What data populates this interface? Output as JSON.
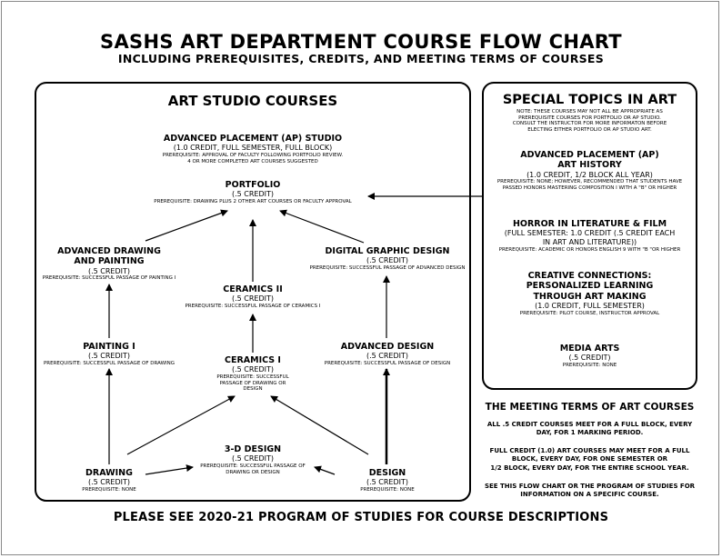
{
  "header": {
    "title": "SASHS ART DEPARTMENT COURSE FLOW CHART",
    "subtitle": "INCLUDING PREREQUISITES, CREDITS, AND MEETING TERMS OF COURSES"
  },
  "studio": {
    "heading": "ART STUDIO COURSES",
    "ap_studio": {
      "name": "ADVANCED PLACEMENT (AP) STUDIO",
      "credit": "(1.0 CREDIT, FULL SEMESTER, FULL BLOCK)",
      "prereq_1": "PREREQUISITE: APPROVAL OF FACULTY FOLLOWING PORTFOLIO REVIEW.",
      "prereq_2": "4 OR MORE COMPLETED ART COURSES SUGGESTED"
    },
    "portfolio": {
      "name": "PORTFOLIO",
      "credit": "(.5 CREDIT)",
      "prereq": "PREREQUISITE: DRAWING PLUS 2 OTHER ART COURSES OR FACULTY APPROVAL"
    },
    "adv_drawing": {
      "name_1": "ADVANCED DRAWING",
      "name_2": "AND PAINTING",
      "credit": "(.5 CREDIT)",
      "prereq": "PREREQUISITE: SUCCESSFUL PASSAGE OF PAINTING I"
    },
    "digital": {
      "name": "DIGITAL GRAPHIC DESIGN",
      "credit": "(.5 CREDIT)",
      "prereq": "PREREQUISITE: SUCCESSFUL PASSAGE OF ADVANCED DESIGN"
    },
    "ceramics2": {
      "name": "CERAMICS II",
      "credit": "(.5 CREDIT)",
      "prereq": "PREREQUISITE: SUCCESSFUL PASSAGE OF CERAMICS I"
    },
    "painting1": {
      "name": "PAINTING I",
      "credit": "(.5 CREDIT)",
      "prereq": "PREREQUISITE: SUCCESSFUL PASSAGE OF DRAWING"
    },
    "ceramics1": {
      "name": "CERAMICS I",
      "credit": "(.5 CREDIT)",
      "prereq_1": "PREREQUISITE: SUCCESSFUL",
      "prereq_2": "PASSAGE OF DRAWING OR",
      "prereq_3": "DESIGN"
    },
    "adv_design": {
      "name": "ADVANCED DESIGN",
      "credit": "(.5 CREDIT)",
      "prereq": "PREREQUISITE: SUCCESSFUL PASSAGE OF DESIGN"
    },
    "design3d": {
      "name": "3-D DESIGN",
      "credit": "(.5 CREDIT)",
      "prereq_1": "PREREQUISITE: SUCCESSFUL PASSAGE OF",
      "prereq_2": "DRAWING OR DESIGN"
    },
    "drawing": {
      "name": "DRAWING",
      "credit": "(.5 CREDIT)",
      "prereq": "PREREQUISITE: NONE"
    },
    "design": {
      "name": "DESIGN",
      "credit": "(.5 CREDIT)",
      "prereq": "PREREQUISITE: NONE"
    }
  },
  "special": {
    "heading": "SPECIAL TOPICS IN ART",
    "note_1": "NOTE: THESE COURSES MAY NOT ALL BE APPROPRIATE AS",
    "note_2": "PREREQUISITE COURSES FOR PORTFOLIO OR AP STUDIO.",
    "note_3": "CONSULT THE INSTRUCTOR FOR MORE INFORMATON BEFORE",
    "note_4": "ELECTING EITHER PORTFOLIO OR AP STUDIO ART.",
    "ap_history": {
      "name_1": "ADVANCED PLACEMENT (AP)",
      "name_2": "ART HISTORY",
      "credit": "(1.0 CREDIT, 1/2 BLOCK ALL YEAR)",
      "prereq_1": "PREREQUISITE: NONE; HOWEVER, RECOMMENDED THAT STUDENTS HAVE",
      "prereq_2": "PASSED HONORS MASTERING COMPOSITION I WITH A \"B\" OR HIGHER"
    },
    "horror": {
      "name": "HORROR IN LITERATURE & FILM",
      "credit_1": "(FULL SEMESTER: 1.0 CREDIT (.5 CREDIT EACH",
      "credit_2": "IN ART AND LITERATURE))",
      "prereq": "PREREQUISITE: ACADEMIC OR HONORS ENGLISH 9 WITH \"B \"OR HIGHER"
    },
    "creative": {
      "name_1": "CREATIVE CONNECTIONS:",
      "name_2": "PERSONALIZED LEARNING",
      "name_3": "THROUGH ART MAKING",
      "credit": "(1.0 CREDIT, FULL SEMESTER)",
      "prereq": "PREREQUISITE: PILOT COURSE, INSTRUCTOR APPROVAL"
    },
    "media": {
      "name": "MEDIA ARTS",
      "credit": "(.5 CREDIT)",
      "prereq": "PREREQUISITE: NONE"
    }
  },
  "terms": {
    "heading": "THE MEETING TERMS OF ART COURSES",
    "p1_1": "ALL .5 CREDIT COURSES MEET FOR A FULL BLOCK, EVERY",
    "p1_2": "DAY, FOR 1 MARKING PERIOD.",
    "p2_1": "FULL CREDIT (1.0) ART COURSES MAY MEET FOR A FULL",
    "p2_2": "BLOCK, EVERY DAY, FOR ONE SEMESTER OR",
    "p2_3": "1/2 BLOCK, EVERY DAY, FOR THE ENTIRE SCHOOL YEAR.",
    "p3_1": "SEE THIS FLOW CHART OR THE PROGRAM OF STUDIES FOR",
    "p3_2": "INFORMATION ON A SPECIFIC COURSE."
  },
  "footer": "PLEASE SEE 2020-21 PROGRAM OF STUDIES FOR COURSE DESCRIPTIONS"
}
